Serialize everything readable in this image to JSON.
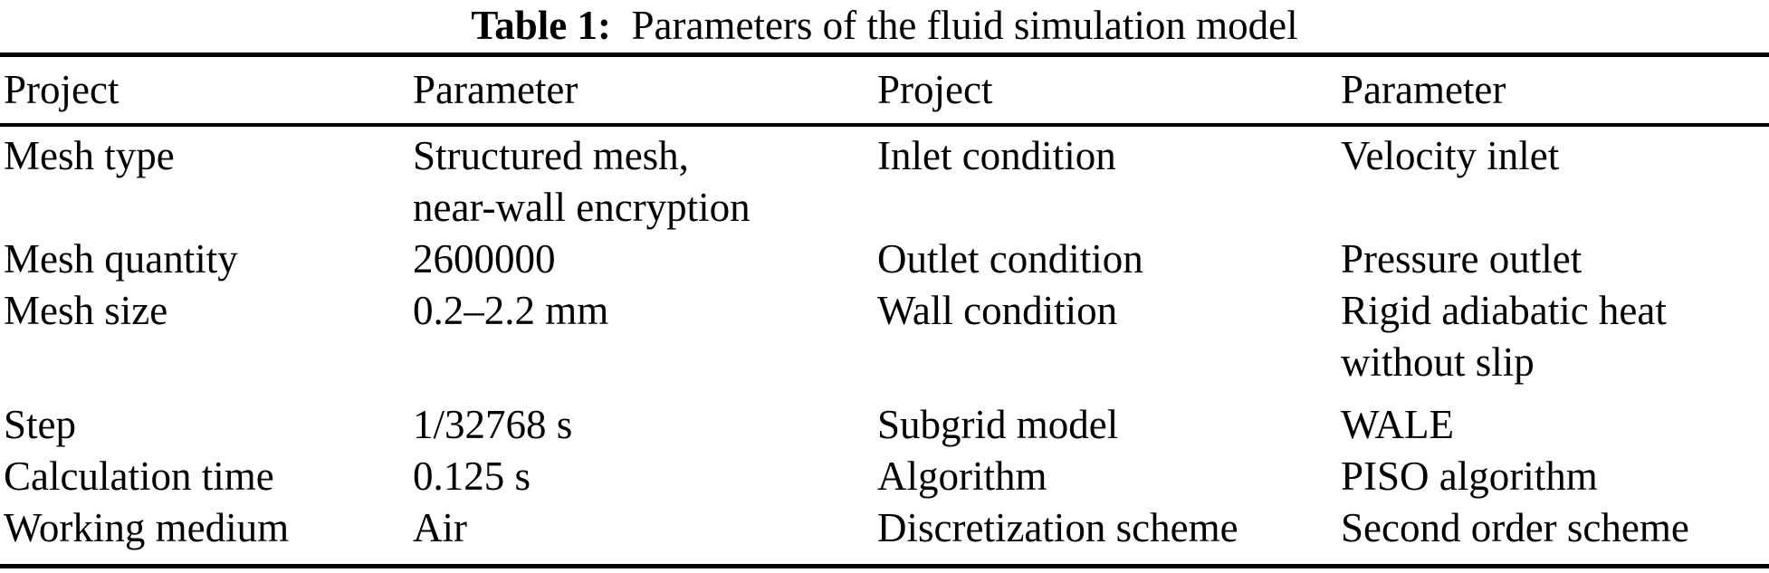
{
  "title": {
    "label": "Table 1:",
    "text": "Parameters of the fluid simulation model"
  },
  "table": {
    "headers": [
      "Project",
      "Parameter",
      "Project",
      "Parameter"
    ],
    "rows": [
      [
        "Mesh type",
        "Structured mesh,\nnear-wall encryption",
        "Inlet condition",
        "Velocity inlet"
      ],
      [
        "Mesh quantity",
        "2600000",
        "Outlet condition",
        "Pressure outlet"
      ],
      [
        "Mesh size",
        "0.2–2.2 mm",
        "Wall condition",
        "Rigid adiabatic heat\nwithout slip"
      ],
      [
        "Step",
        "1/32768 s",
        "Subgrid model",
        "WALE"
      ],
      [
        "Calculation time",
        "0.125 s",
        "Algorithm",
        "PISO algorithm"
      ],
      [
        "Working medium",
        "Air",
        "Discretization scheme",
        "Second order scheme"
      ]
    ]
  },
  "colors": {
    "text": "#000000",
    "background": "#ffffff",
    "rule": "#000000"
  }
}
